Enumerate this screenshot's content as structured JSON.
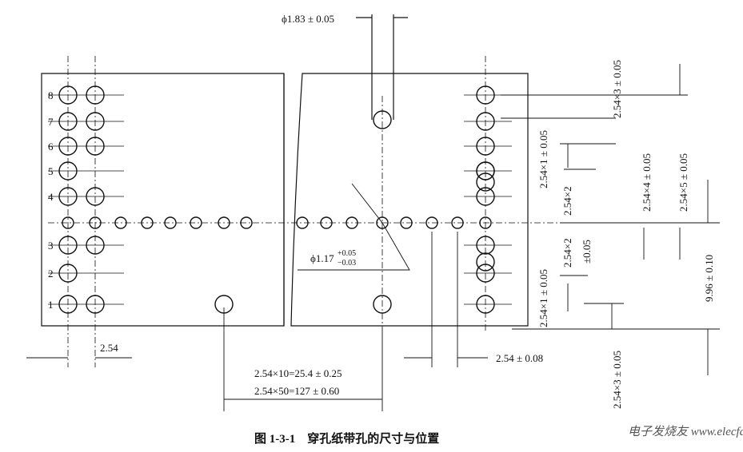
{
  "caption": "图 1-3-1　穿孔纸带孔的尺寸与位置",
  "watermark": "电子发烧友 www.elecfans.com",
  "row_labels": [
    "8",
    "7",
    "6",
    "5",
    "4",
    "3",
    "2",
    "1"
  ],
  "dimensions": {
    "feed_hole_dia": "ϕ1.83 ± 0.05",
    "code_hole_dia_base": "ϕ1.17",
    "code_hole_dia_tol_upper": "+0.05",
    "code_hole_dia_tol_lower": "−0.03",
    "pitch_left": "2.54",
    "pitch_tol": "2.54 ± 0.08",
    "span_10": "2.54×10=25.4 ± 0.25",
    "span_50": "2.54×50=127 ± 0.60",
    "v_top_3": "2.54×3 ± 0.05",
    "v_1_a": "2.54×1 ± 0.05",
    "v_2_a": "2.54×2",
    "v_4": "2.54×4 ± 0.05",
    "v_5": "2.54×5 ± 0.05",
    "v_2_b": "2.54×2",
    "v_2_b_tol": "±0.05",
    "v_2_b_line1": "2.54×2",
    "v_2_b_line2": "±0.05",
    "v_1_b": "2.54×1 ± 0.05",
    "v_width": "9.96 ± 0.10",
    "v_bottom_3": "2.54×3 ± 0.05"
  }
}
